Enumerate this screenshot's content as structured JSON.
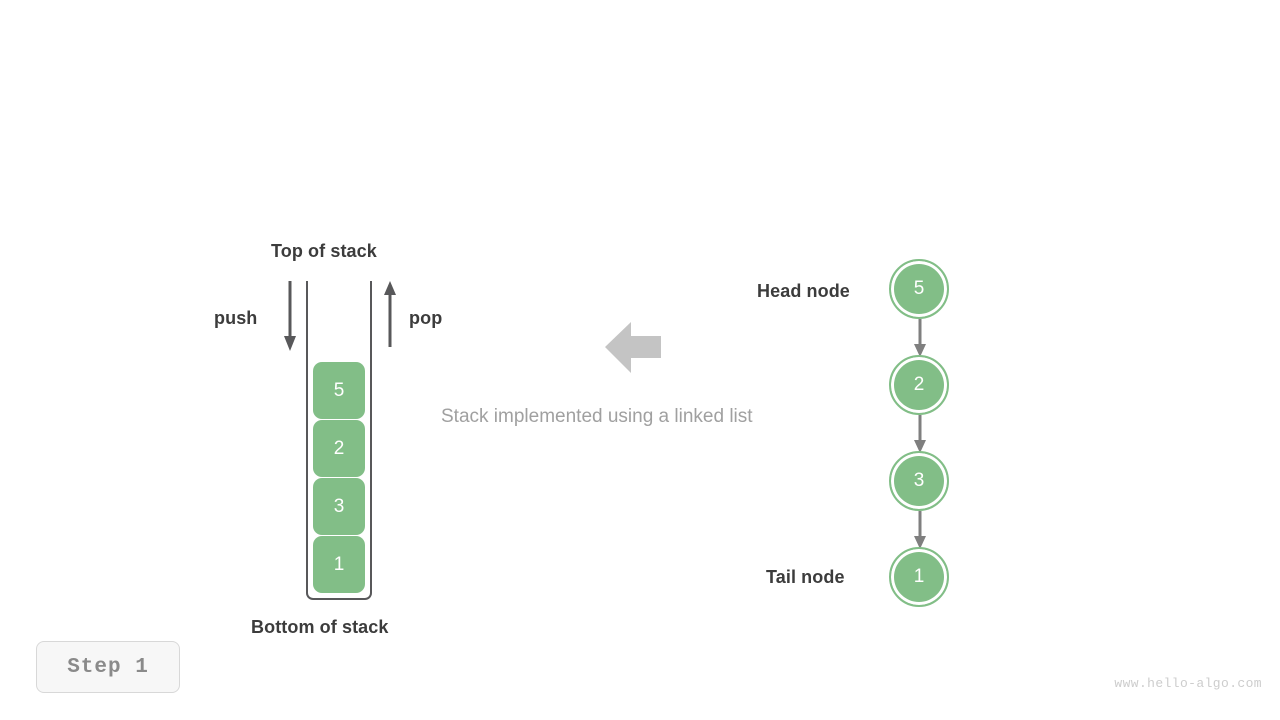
{
  "page": {
    "background": "#ffffff",
    "accent_green": "#82be87",
    "dark_gray": "#58585a",
    "label_color": "#3c3c3c",
    "muted_color": "#a0a0a0",
    "watermark": "www.hello-algo.com"
  },
  "step_badge": {
    "label": "Step 1"
  },
  "caption": {
    "text": "Stack implemented using a linked list"
  },
  "stack": {
    "top_label": "Top of stack",
    "bottom_label": "Bottom of stack",
    "push_label": "push",
    "pop_label": "pop",
    "cells": [
      {
        "value": "5"
      },
      {
        "value": "2"
      },
      {
        "value": "3"
      },
      {
        "value": "1"
      }
    ]
  },
  "linked_list": {
    "head_label": "Head node",
    "tail_label": "Tail node",
    "nodes": [
      {
        "value": "5"
      },
      {
        "value": "2"
      },
      {
        "value": "3"
      },
      {
        "value": "1"
      }
    ]
  },
  "icons": {
    "push_arrow": "arrow-down-icon",
    "pop_arrow": "arrow-up-icon",
    "transform_arrow": "arrow-left-icon",
    "link_arrow": "arrow-down-icon"
  }
}
